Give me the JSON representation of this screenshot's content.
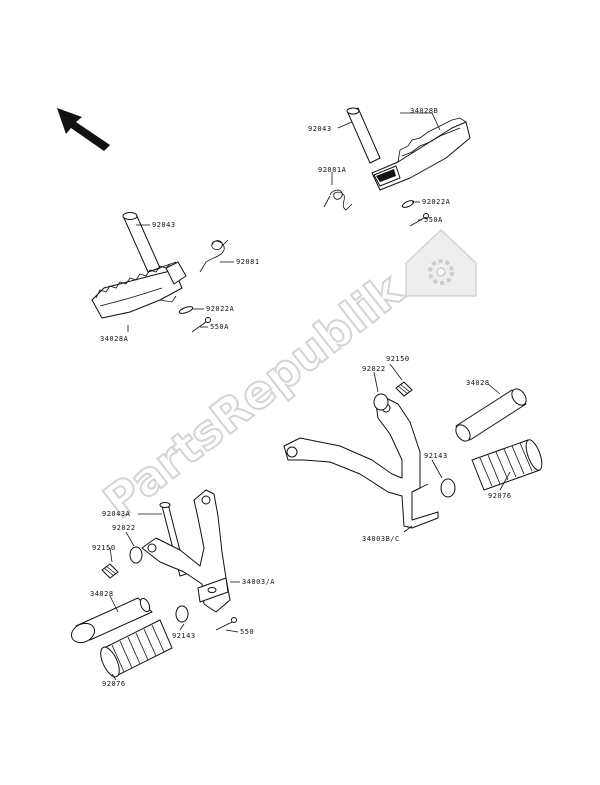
{
  "watermark": {
    "text": "PartsRepublik",
    "icon": "gear-icon"
  },
  "direction_arrow": {
    "icon": "arrow-up-left-icon"
  },
  "parts": [
    {
      "id": "footpeg-pin-right",
      "label": "92043"
    },
    {
      "id": "footpeg-right",
      "label": "34028B"
    },
    {
      "id": "spring-right",
      "label": "92081A"
    },
    {
      "id": "washer-right",
      "label": "92022A"
    },
    {
      "id": "cotter-pin-right",
      "label": "550A"
    },
    {
      "id": "footpeg-pin-left",
      "label": "92043"
    },
    {
      "id": "spring-left",
      "label": "92081"
    },
    {
      "id": "washer-left",
      "label": "92022A"
    },
    {
      "id": "cotter-pin-left",
      "label": "550A"
    },
    {
      "id": "footpeg-left",
      "label": "34028A"
    },
    {
      "id": "grommet-right",
      "label": "92150"
    },
    {
      "id": "washer-bracket-right",
      "label": "92022"
    },
    {
      "id": "rear-peg-tube-right",
      "label": "34028"
    },
    {
      "id": "collar-right",
      "label": "92143"
    },
    {
      "id": "rubber-right",
      "label": "92076"
    },
    {
      "id": "bracket-right",
      "label": "34003B/C"
    },
    {
      "id": "bolt-left",
      "label": "92043A"
    },
    {
      "id": "washer-bracket-left",
      "label": "92022"
    },
    {
      "id": "grommet-left",
      "label": "92150"
    },
    {
      "id": "bracket-left",
      "label": "34003/A"
    },
    {
      "id": "rear-peg-tube-left",
      "label": "34028"
    },
    {
      "id": "collar-left",
      "label": "92143"
    },
    {
      "id": "cotter-bracket-left",
      "label": "550"
    },
    {
      "id": "rubber-left",
      "label": "92076"
    }
  ]
}
